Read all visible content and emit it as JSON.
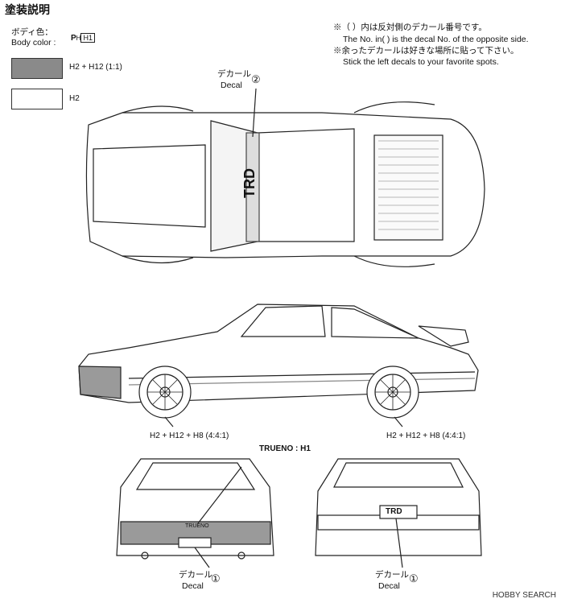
{
  "header": {
    "title": "塗装説明",
    "body_color_jp": "ボディ色：",
    "body_color_en": "Body color :"
  },
  "legend": [
    {
      "swatch_color": "#8a8a8a",
      "code": "H2 + H12 (1:1)"
    },
    {
      "swatch_color": "#ffffff",
      "code": "H2"
    }
  ],
  "legend_header_code": "H1",
  "notes": {
    "line1_jp": "※（ ）内は反対側のデカール番号です。",
    "line1_en": "The No. in(    ) is the decal No. of the opposite side.",
    "line2_jp": "※余ったデカールは好きな場所に貼って下さい。",
    "line2_en": "Stick the left decals to your favorite spots."
  },
  "callouts": {
    "top_decal_jp": "デカール",
    "top_decal_en": "Decal",
    "top_decal_no": "②",
    "side_left_mix": "H2 + H12 + H8 (4:4:1)",
    "side_right_mix": "H2 + H12 + H8 (4:4:1)",
    "trueno_label": "TRUENO : H1",
    "front_decal_jp": "デカール",
    "front_decal_en": "Decal",
    "front_decal_no": "①",
    "rear_decal_jp": "デカール",
    "rear_decal_en": "Decal",
    "rear_decal_no": "①"
  },
  "car_labels": {
    "hood_brand": "TRD",
    "rear_brand": "TRD",
    "front_plate": "TRUENO"
  },
  "watermark": "HOBBY SEARCH"
}
